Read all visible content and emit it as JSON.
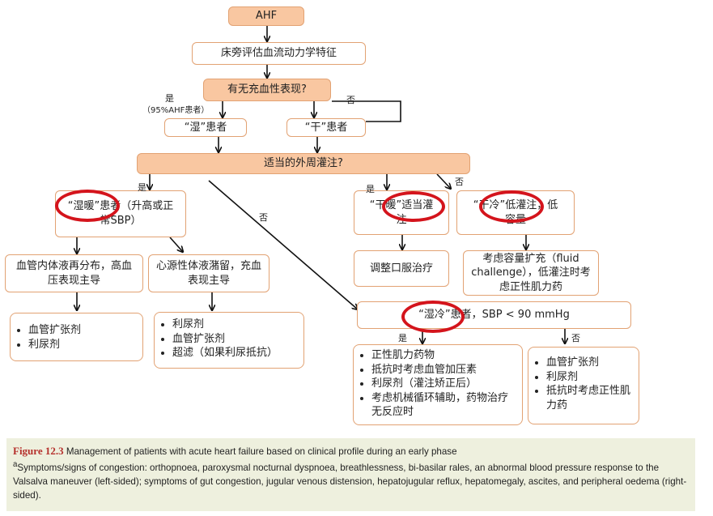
{
  "nodes": {
    "ahf": "AHF",
    "assess": "床旁评估血流动力学特征",
    "congestion_q": "有无充血性表现?",
    "wet": "“湿”患者",
    "dry": "“干”患者",
    "perfusion_q": "适当的外周灌注?",
    "wet_warm": "“湿暖”患者（升高或正常SBP）",
    "dry_warm": "“干暖”适当灌注",
    "dry_cold": "“干冷”低灌注，低容量",
    "vascular": "血管内体液再分布，高血压表现主导",
    "cardiac": "心源性体液潴留，充血表现主导",
    "oral": "调整口服治疗",
    "fluid": "考虑容量扩充（fluid challenge），低灌注时考虑正性肌力药",
    "wet_cold": "“湿冷”患者，SBP < 90 mmHg"
  },
  "lists": {
    "vascular_tx": [
      "血管扩张剂",
      "利尿剂"
    ],
    "cardiac_tx": [
      "利尿剂",
      "血管扩张剂",
      "超滤（如果利尿抵抗）"
    ],
    "wet_cold_yes_tx": [
      "正性肌力药物",
      "抵抗时考虑血管加压素",
      "利尿剂（灌注矫正后）",
      "考虑机械循环辅助，药物治疗无反应时"
    ],
    "wet_cold_no_tx": [
      "血管扩张剂",
      "利尿剂",
      "抵抗时考虑正性肌力药"
    ]
  },
  "labels": {
    "yes": "是",
    "no": "否",
    "yes_note": "（95%AHF患者）"
  },
  "caption": {
    "figure": "Figure 12.3",
    "title": "Management of patients with acute heart failure based on clinical profile during an early phase",
    "footnote_mark": "a",
    "footnote": "Symptoms/signs of congestion: orthopnoea, paroxysmal nocturnal dyspnoea, breathlessness, bi-basilar rales, an abnormal blood pressure response to the Valsalva maneuver (left-sided); symptoms of gut congestion, jugular venous distension, hepatojugular reflux, hepatomegaly, ascites, and peripheral oedema (right-sided)."
  },
  "colors": {
    "box_border": "#e2a273",
    "box_fill": "#f9c7a1",
    "highlight_ring": "#d4141c",
    "caption_bg": "#eef0de",
    "figure_label": "#b5302c"
  }
}
